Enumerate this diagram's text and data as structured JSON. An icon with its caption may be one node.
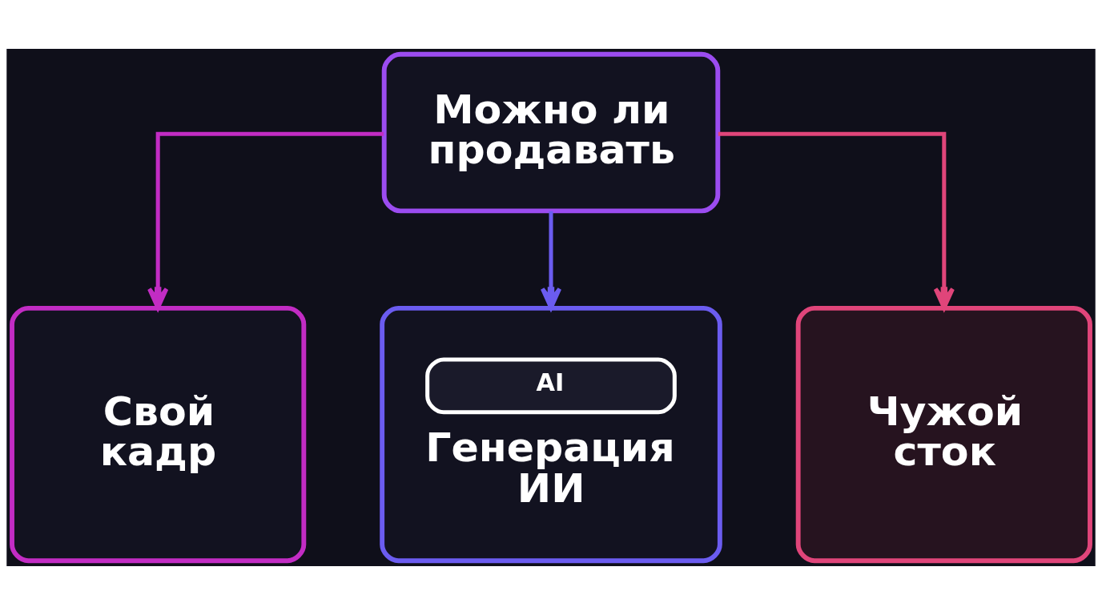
{
  "diagram": {
    "nodes": [
      {
        "text": [
          "Можно ли продавать"
        ]
      },
      {
        "text": [
          "Свой кадр"
        ]
      },
      {
        "text": [
          "AI",
          "Генерация ИИ"
        ]
      },
      {
        "text": [
          "Чужой сток"
        ]
      }
    ],
    "edges": [
      {
        "from": 0,
        "to": 1,
        "arrow": "to",
        "color": "#c22cc4"
      },
      {
        "from": 0,
        "to": 2,
        "arrow": "to",
        "color": "#6b5cf0"
      },
      {
        "from": 0,
        "to": 3,
        "arrow": "to",
        "color": "#e0457a"
      }
    ]
  }
}
